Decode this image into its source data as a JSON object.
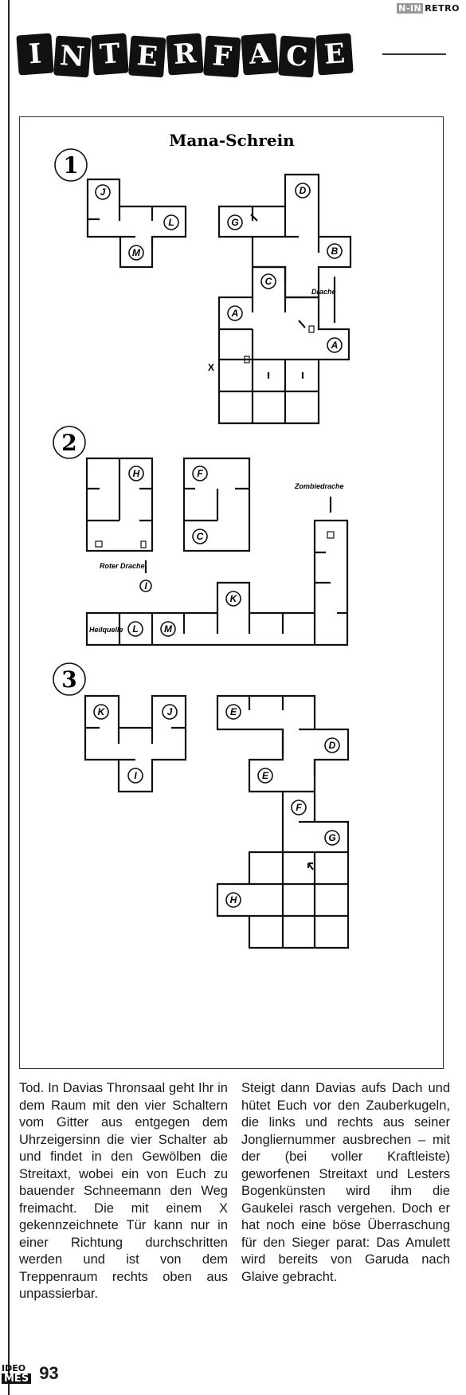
{
  "brand": {
    "prefix": "N-IN",
    "name": "RETRO"
  },
  "header": {
    "letters": [
      "I",
      "N",
      "T",
      "E",
      "R",
      "F",
      "A",
      "C",
      "E"
    ]
  },
  "map": {
    "title": "Mana-Schrein",
    "floors": [
      {
        "number": "1",
        "labels": {
          "red_dragon": "",
          "dragon": "Drache",
          "x_mark": "X"
        },
        "rooms": [
          "J",
          "L",
          "M",
          "D",
          "G",
          "B",
          "C",
          "A",
          "A"
        ]
      },
      {
        "number": "2",
        "labels": {
          "zombie_dragon": "Zombiedrache",
          "red_dragon": "Roter Drache",
          "hot_spring": "Heilquelle"
        },
        "rooms": [
          "H",
          "F",
          "C",
          "K",
          "L",
          "M",
          "I"
        ]
      },
      {
        "number": "3",
        "rooms": [
          "K",
          "J",
          "I",
          "E",
          "D",
          "E",
          "F",
          "G",
          "H"
        ]
      }
    ]
  },
  "text": {
    "left": "Tod. In Davias Thronsaal geht Ihr in dem Raum mit den vier Schaltern vom Gitter aus entgegen dem Uhrzeigersinn die vier Schalter ab und findet in den Gewölben die Streitaxt, wobei ein von Euch zu bauender Schneemann den Weg freimacht. Die mit einem X gekennzeichnete Tür kann nur in einer Richtung durchschritten werden und ist von dem Treppenraum rechts oben aus unpassierbar.",
    "right": "Steigt dann Davias aufs Dach und hütet Euch vor den Zauberkugeln, die links und rechts aus seiner Jongliernummer ausbrechen – mit der (bei voller Kraftleiste) geworfenen Streitaxt und Lesters Bogenkünsten wird ihm die Gaukelei rasch vergehen. Doch er hat noch eine böse Überraschung für den Sieger parat: Das Amulett wird bereits von Garuda nach Glaive gebracht."
  },
  "footer": {
    "logo_top": "IDEO",
    "logo_bottom": "MES",
    "page": "93"
  }
}
